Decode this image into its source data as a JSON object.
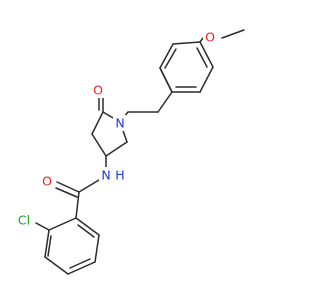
{
  "molecule": {
    "colors": {
      "bond": "#2b2b2b",
      "O": "#e8251b",
      "N": "#2038d8",
      "Cl": "#1fa51f"
    },
    "labels": {
      "O_methoxy": "O",
      "O_lactam": "O",
      "N_ring": "N",
      "N_amide": "N",
      "H_amide": "H",
      "O_amide": "O",
      "Cl": "Cl"
    }
  }
}
